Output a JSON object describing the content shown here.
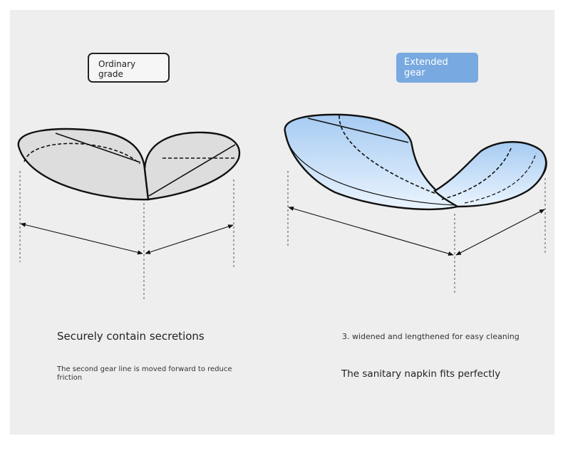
{
  "labels": {
    "ordinary": "Ordinary grade",
    "extended": "Extended gear"
  },
  "captions": {
    "left_main": "Securely contain secretions",
    "left_sub": "The second gear line is moved forward to reduce friction",
    "right_top": "3. widened and lengthened for easy cleaning",
    "right_main": "The sanitary napkin fits perfectly"
  },
  "colors": {
    "ordinary_fill": "#dddddd",
    "extended_fill_top": "#aacdf2",
    "extended_fill_bottom": "#e9f3fd",
    "extended_badge": "#78a9e0",
    "outline": "#111111"
  },
  "icons": {
    "ordinary_pad": "wing-pad-illustration",
    "extended_pad": "extended-wing-pad-illustration",
    "dimension_arrows": "double-arrow-dimension"
  }
}
